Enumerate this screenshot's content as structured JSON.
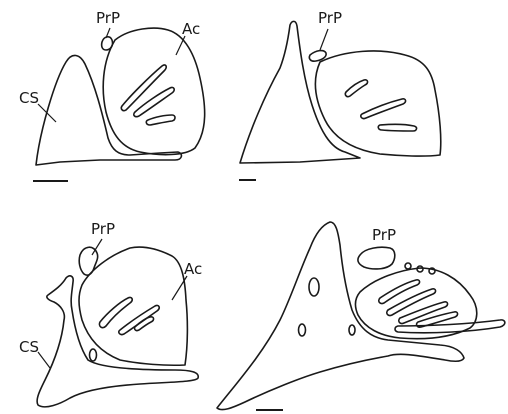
{
  "panels": [
    {
      "id": "top-left",
      "labels": {
        "prp": "PrP",
        "ac": "Ac",
        "cs": "CS"
      }
    },
    {
      "id": "top-right",
      "labels": {
        "prp": "PrP"
      }
    },
    {
      "id": "bottom-left",
      "labels": {
        "prp": "PrP",
        "ac": "Ac",
        "cs": "CS"
      }
    },
    {
      "id": "bottom-right",
      "labels": {
        "prp": "PrP"
      }
    }
  ],
  "colors": {
    "ink": "#1a1a1a",
    "background": "#ffffff"
  }
}
